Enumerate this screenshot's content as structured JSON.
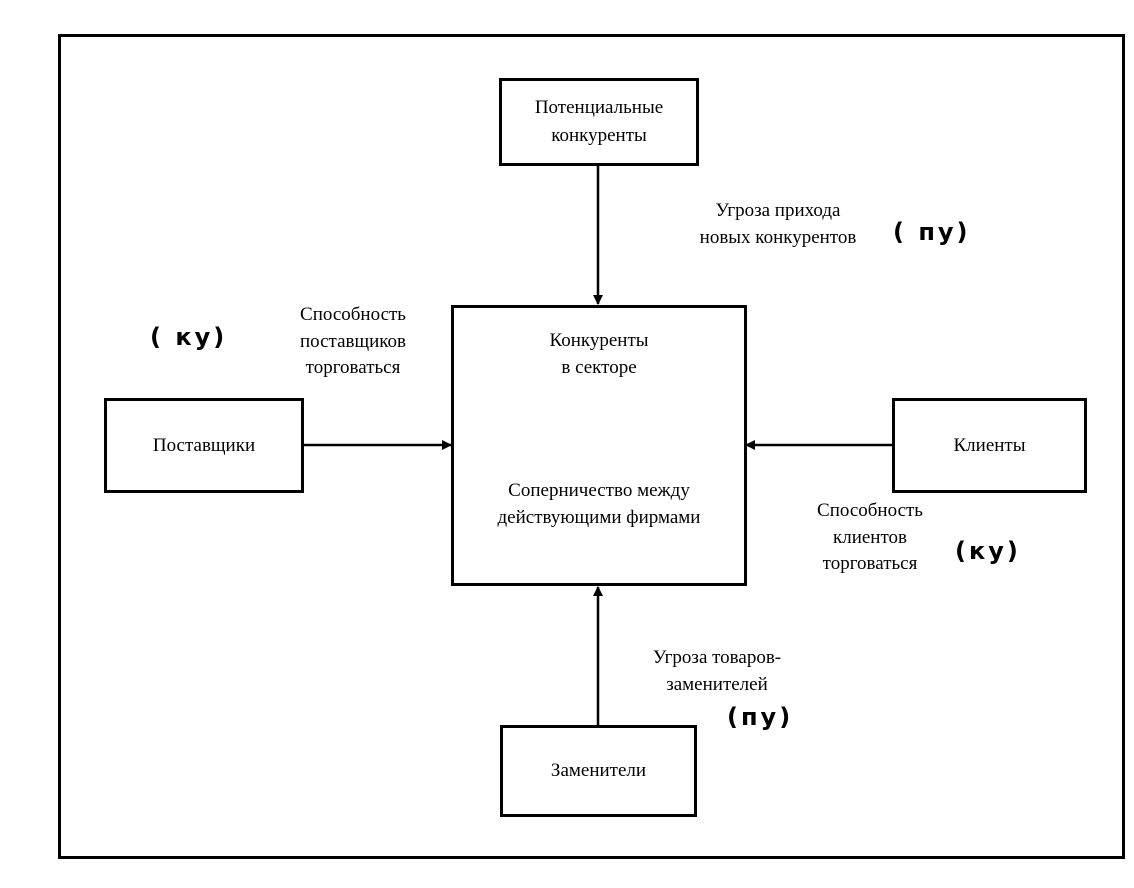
{
  "diagram": {
    "title": "Five competitive forces",
    "nodes": {
      "potential": {
        "label_line1": "Потенциальные",
        "label_line2": "конкуренты"
      },
      "suppliers": {
        "label": "Поставщики"
      },
      "center": {
        "title_line1": "Конкуренты",
        "title_line2": "в секторе",
        "rivalry_line1": "Соперничество между",
        "rivalry_line2": "действующими фирмами"
      },
      "clients": {
        "label": "Клиенты"
      },
      "substitutes": {
        "label": "Заменители"
      }
    },
    "edges": [
      {
        "from": "potential",
        "to": "center",
        "label_line1": "Угроза прихода",
        "label_line2": "новых конкурентов",
        "note": "( пу)"
      },
      {
        "from": "suppliers",
        "to": "center",
        "label_line1": "Способность",
        "label_line2": "поставщиков",
        "label_line3": "торговаться",
        "note": "( ку)"
      },
      {
        "from": "clients",
        "to": "center",
        "label_line1": "Способность",
        "label_line2": "клиентов",
        "label_line3": "торговаться",
        "note": "(ку)"
      },
      {
        "from": "substitutes",
        "to": "center",
        "label_line1": "Угроза товаров-",
        "label_line2": "заменителей",
        "note": "(пу)"
      }
    ]
  }
}
